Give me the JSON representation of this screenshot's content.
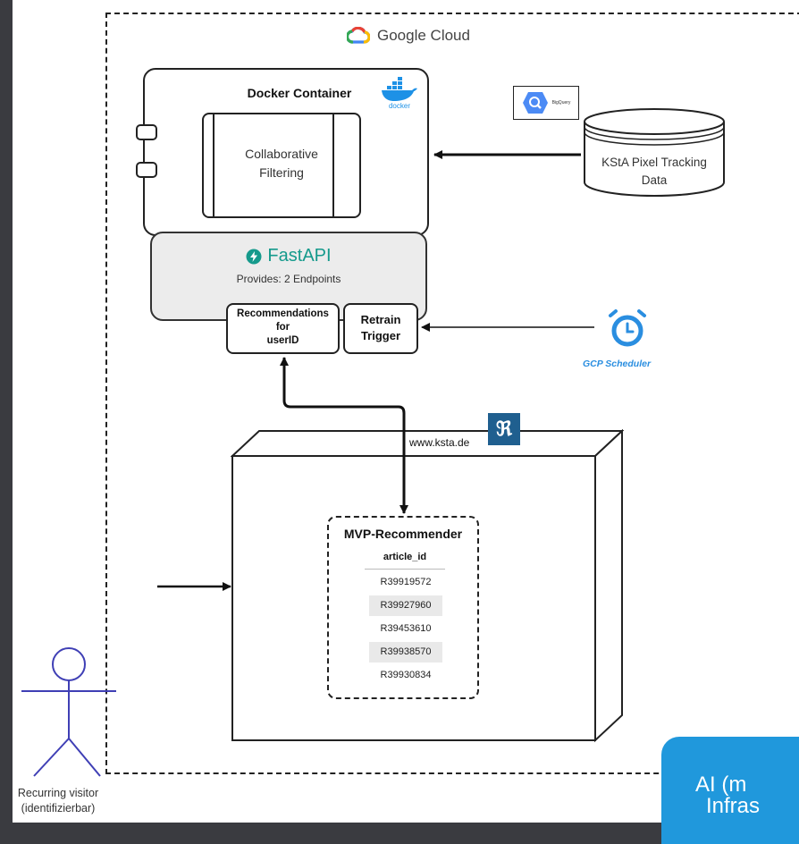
{
  "cloud": {
    "label": "Google Cloud"
  },
  "docker": {
    "title": "Docker Container",
    "logo_label": "docker"
  },
  "model": {
    "line1": "Collaborative",
    "line2": "Filtering"
  },
  "bigquery": {
    "label": "BigQuery"
  },
  "datasource": {
    "line1": "KStA Pixel Tracking",
    "line2": "Data"
  },
  "fastapi": {
    "label": "FastAPI",
    "subtitle": "Provides: 2 Endpoints"
  },
  "endpoints": {
    "recommendations": {
      "line1": "Recommendations",
      "line2": "for",
      "line3": "userID"
    },
    "retrain": {
      "line1": "Retrain",
      "line2": "Trigger"
    }
  },
  "scheduler": {
    "label": "GCP Scheduler"
  },
  "website": {
    "url": "www.ksta.de"
  },
  "recommender": {
    "title": "MVP-Recommender",
    "column": "article_id",
    "rows": [
      "R39919572",
      "R39927960",
      "R39453610",
      "R39938570",
      "R39930834"
    ]
  },
  "visitor": {
    "line1": "Recurring visitor",
    "line2": "(identifizierbar)"
  },
  "overlay": {
    "line1": "AI (m",
    "line2": "Infras"
  },
  "colors": {
    "accent_blue": "#2098dc",
    "fastapi_green": "#159a8c",
    "ksta_blue": "#1f5f8f",
    "docker_blue": "#1d91e6",
    "scheduler_blue": "#2a8ee0",
    "stick_figure": "#3f3fb5"
  }
}
